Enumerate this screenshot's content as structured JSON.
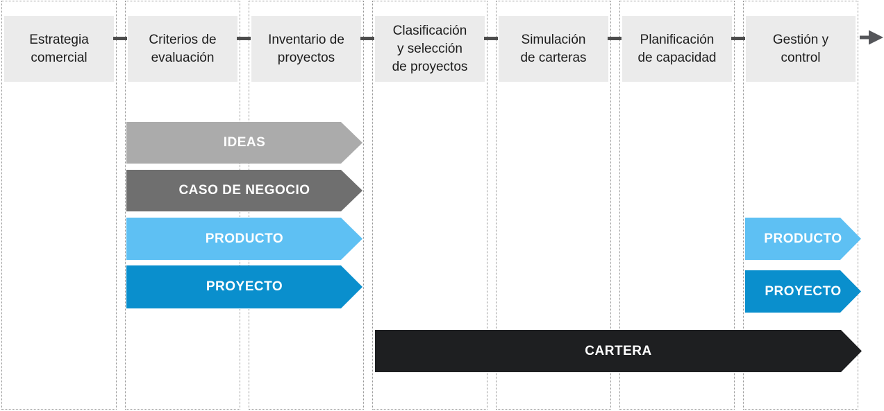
{
  "diagram": {
    "stages": [
      {
        "label": "Estrategia\ncomercial"
      },
      {
        "label": "Criterios de\nevaluación"
      },
      {
        "label": "Inventario de\nproyectos"
      },
      {
        "label": "Clasificación\ny selección\nde proyectos"
      },
      {
        "label": "Simulación\nde carteras"
      },
      {
        "label": "Planificación\nde capacidad"
      },
      {
        "label": "Gestión y\ncontrol"
      }
    ],
    "arrows": {
      "ideas": {
        "label": "IDEAS",
        "color": "#ababab"
      },
      "caso_de_negocio": {
        "label": "CASO DE NEGOCIO",
        "color": "#6f6f6f"
      },
      "producto_left": {
        "label": "PRODUCTO",
        "color": "#5ec0f3"
      },
      "proyecto_left": {
        "label": "PROYECTO",
        "color": "#0a8fcd"
      },
      "producto_right": {
        "label": "PRODUCTO",
        "color": "#5ec0f3"
      },
      "proyecto_right": {
        "label": "PROYECTO",
        "color": "#0a8fcd"
      },
      "cartera": {
        "label": "CARTERA",
        "color": "#1e1f21"
      }
    },
    "colors": {
      "background": "#ffffff",
      "stage_box_bg": "#ebebeb",
      "stage_text": "#1c1c1c",
      "column_border": "#949494",
      "connector": "#4d4d4d",
      "arrow_text": "#ffffff"
    }
  }
}
